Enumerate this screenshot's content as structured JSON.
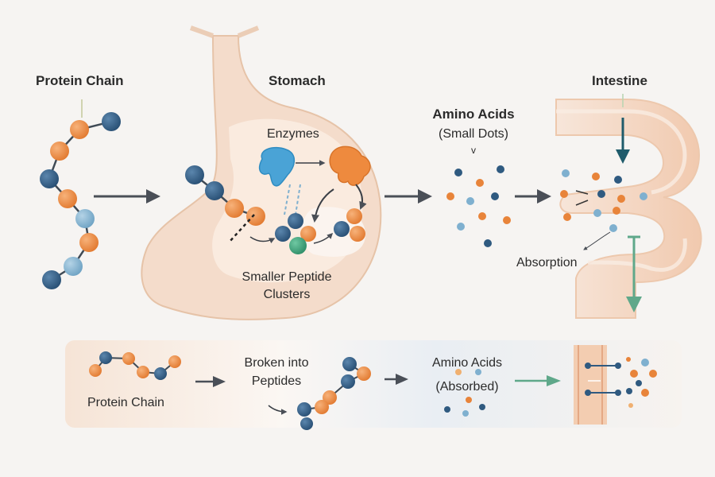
{
  "labels": {
    "protein_chain": "Protein Chain",
    "stomach": "Stomach",
    "enzymes": "Enzymes",
    "smaller_peptide_line1": "Smaller Peptide",
    "smaller_peptide_line2": "Clusters",
    "amino_acids": "Amino Acids",
    "small_dots": "(Small Dots)",
    "small_dots_mark": "v",
    "intestine": "Intestine",
    "absorption": "Absorption"
  },
  "summary": {
    "step1": "Protein Chain",
    "step2_line1": "Broken into",
    "step2_line2": "Peptides",
    "step3_line1": "Amino Acids",
    "step3_line2": "(Absorbed)"
  },
  "colors": {
    "orange": "#e8843a",
    "dark_blue": "#2f5a80",
    "light_blue": "#7fb0cf",
    "enzyme_blue": "#4aa3d6",
    "enzyme_orange": "#ee8a3e",
    "green": "#3aa07a",
    "stomach_fill": "#f4dccb",
    "stomach_outline": "#e6c3a8",
    "arrow": "#4a4f57",
    "absorb_arrow": "#5fa88a"
  }
}
